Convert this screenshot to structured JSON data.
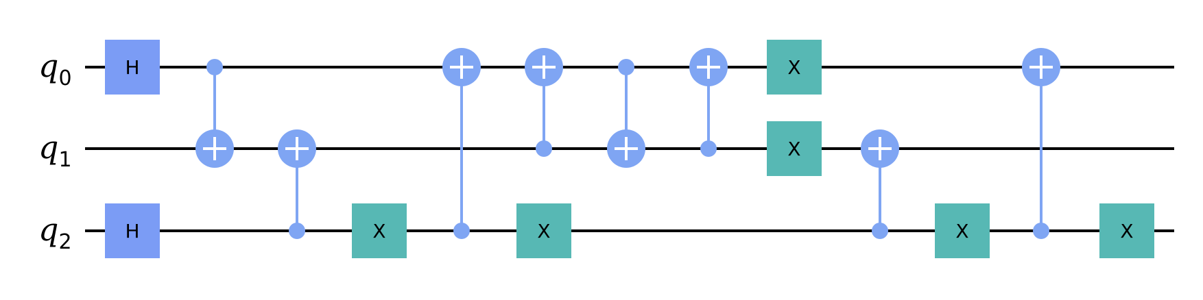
{
  "colors": {
    "h_gate": "#7b9cf5",
    "x_gate": "#57b8b4",
    "control": "#7fa5f3",
    "wire": "#000000",
    "text": "#000000",
    "background": "#ffffff"
  },
  "qubits": [
    {
      "name": "q",
      "sub": "0"
    },
    {
      "name": "q",
      "sub": "1"
    },
    {
      "name": "q",
      "sub": "2"
    }
  ],
  "gates": [
    {
      "type": "single",
      "label": "H",
      "qubit": 0,
      "column": 0
    },
    {
      "type": "single",
      "label": "H",
      "qubit": 2,
      "column": 0
    },
    {
      "type": "cx",
      "control": 0,
      "target": 1,
      "column": 1
    },
    {
      "type": "cx",
      "control": 2,
      "target": 1,
      "column": 2
    },
    {
      "type": "single",
      "label": "X",
      "qubit": 2,
      "column": 3
    },
    {
      "type": "cx",
      "control": 2,
      "target": 0,
      "column": 4
    },
    {
      "type": "cx",
      "control": 1,
      "target": 0,
      "column": 5
    },
    {
      "type": "single",
      "label": "X",
      "qubit": 2,
      "column": 5
    },
    {
      "type": "cx",
      "control": 0,
      "target": 1,
      "column": 6
    },
    {
      "type": "cx",
      "control": 1,
      "target": 0,
      "column": 7
    },
    {
      "type": "single",
      "label": "X",
      "qubit": 0,
      "column": 8
    },
    {
      "type": "single",
      "label": "X",
      "qubit": 1,
      "column": 8
    },
    {
      "type": "cx",
      "control": 2,
      "target": 1,
      "column": 9
    },
    {
      "type": "single",
      "label": "X",
      "qubit": 2,
      "column": 10
    },
    {
      "type": "cx",
      "control": 2,
      "target": 0,
      "column": 11
    },
    {
      "type": "single",
      "label": "X",
      "qubit": 2,
      "column": 12
    }
  ]
}
